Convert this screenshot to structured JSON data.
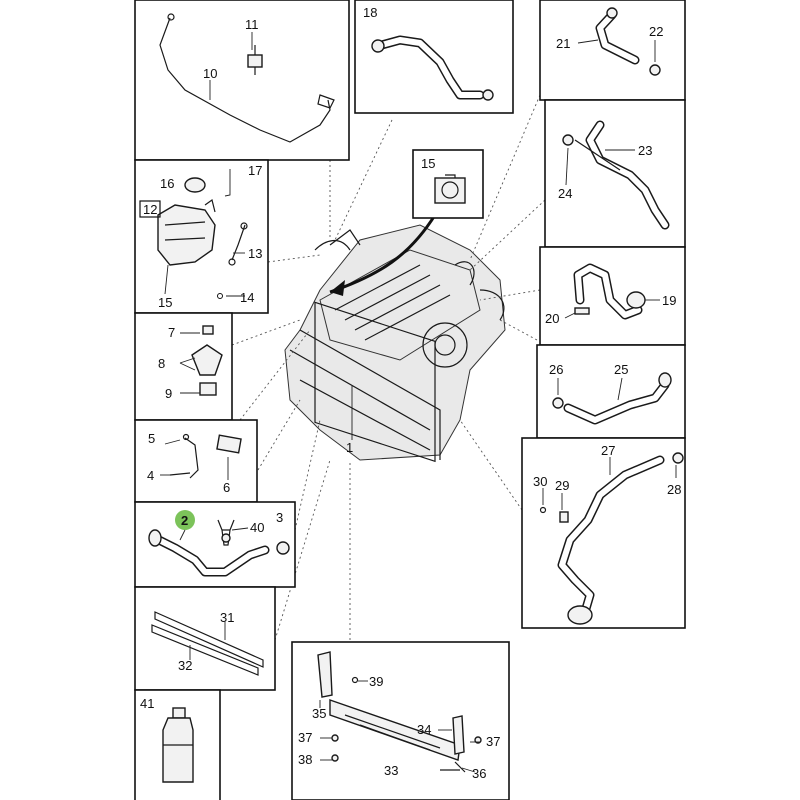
{
  "callouts": {
    "c1": "1",
    "c2": "2",
    "c3": "3",
    "c4": "4",
    "c5": "5",
    "c6": "6",
    "c7": "7",
    "c8": "8",
    "c9": "9",
    "c10": "10",
    "c11": "11",
    "c12": "12",
    "c13": "13",
    "c14": "14",
    "c15": "15",
    "c15b": "15",
    "c16": "16",
    "c17": "17",
    "c18": "18",
    "c19": "19",
    "c20": "20",
    "c21": "21",
    "c22": "22",
    "c23": "23",
    "c24": "24",
    "c25": "25",
    "c26": "26",
    "c27": "27",
    "c28": "28",
    "c29": "29",
    "c30": "30",
    "c31": "31",
    "c32": "32",
    "c33": "33",
    "c34": "34",
    "c35": "35",
    "c36": "36",
    "c37a": "37",
    "c37b": "37",
    "c38": "38",
    "c39": "39",
    "c40": "40",
    "c41": "41"
  },
  "colors": {
    "highlight": "#7cc35a",
    "line": "#111111",
    "panel": "#ffffff"
  },
  "icons": [
    "engine-assembly",
    "coolant-hose",
    "expansion-tank",
    "bottle",
    "bracket",
    "clamp",
    "bolt"
  ]
}
